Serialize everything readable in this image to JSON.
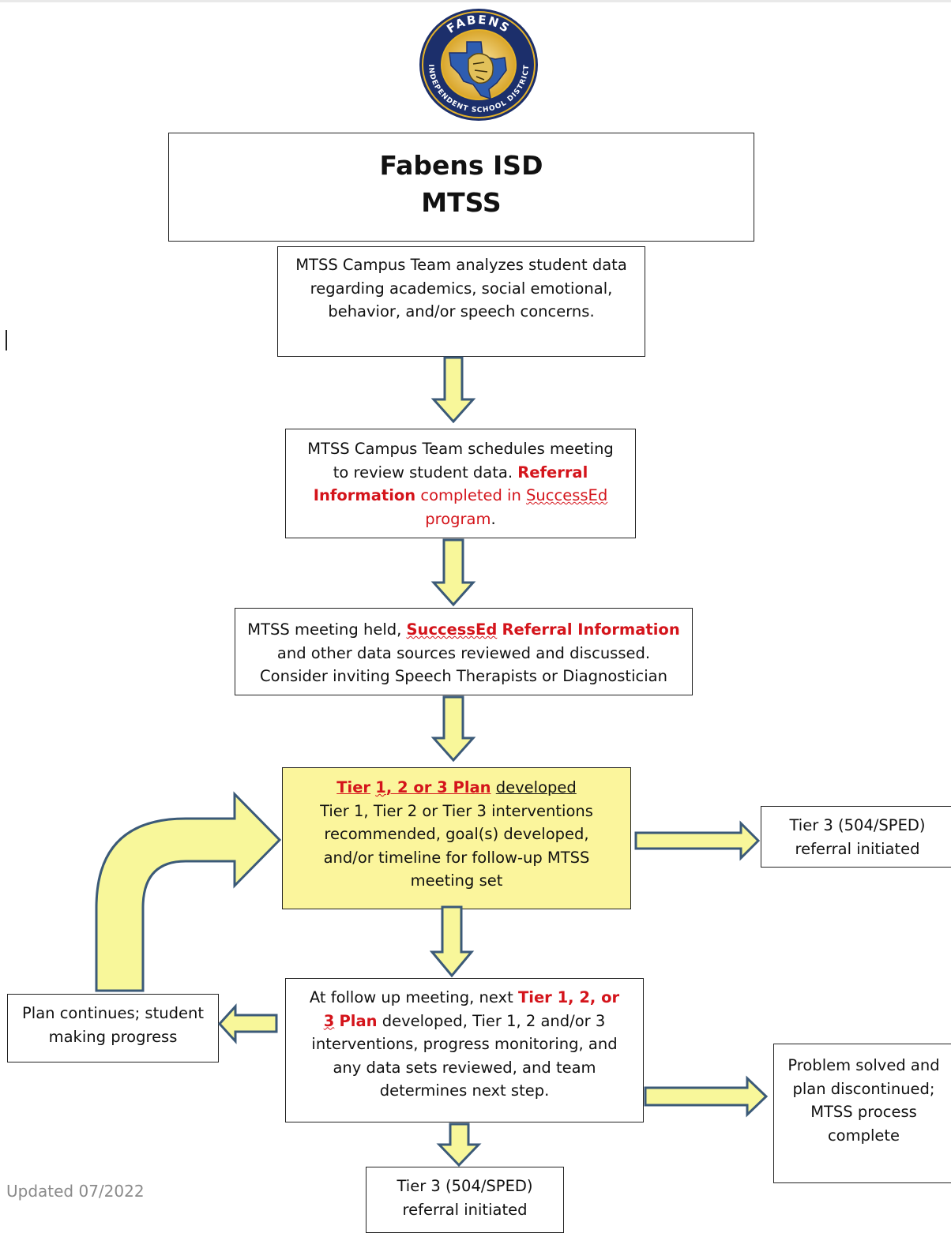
{
  "logo": {
    "arc_top": "FABENS",
    "arc_bottom": "INDEPENDENT SCHOOL DISTRICT"
  },
  "title": {
    "line1": "Fabens ISD",
    "line2": "MTSS"
  },
  "steps": {
    "analyze": "MTSS Campus Team analyzes student data regarding academics, social emotional, behavior, and/or speech concerns.",
    "schedule": {
      "text": "MTSS Campus Team schedules meeting to review student data.",
      "bold_red": "Referral Information",
      "red_prefix": "completed in",
      "red_squiggle": "SuccessEd",
      "red_suffix": "program",
      "period": "."
    },
    "meeting": {
      "prefix": "MTSS meeting held,",
      "red_squiggle": "SuccessEd",
      "bold_red": "Referral Information",
      "line2": "and other data sources reviewed and discussed.",
      "line3": "Consider inviting Speech Therapists or Diagnostician"
    },
    "plan": {
      "title_red_a": "Tier",
      "title_red_b": "1",
      "title_red_c": ", 2 or 3 Plan",
      "title_suffix": "developed",
      "body": "Tier 1, Tier 2 or Tier 3 interventions recommended, goal(s) developed, and/or timeline for follow-up MTSS meeting set"
    },
    "followup": {
      "prefix": "At follow up meeting, next",
      "bold_red_a": "Tier 1, 2, or",
      "bold_red_b": "3",
      "bold_red_c": "Plan",
      "body": "developed, Tier 1, 2 and/or 3 interventions, progress monitoring, and any data sets reviewed, and team determines next step."
    }
  },
  "outcomes": {
    "referral_right": "Tier 3 (504/SPED) referral initiated",
    "plan_continues": "Plan continues; student making progress",
    "problem_solved": "Problem solved and plan discontinued; MTSS process complete",
    "referral_bottom": "Tier 3 (504/SPED) referral initiated"
  },
  "footer": "Updated 07/2022",
  "colors": {
    "arrow_fill": "#f8f79a",
    "arrow_stroke": "#3b5a78",
    "plan_fill": "#fbf59c",
    "emphasis_red": "#d4141b",
    "logo_navy": "#1c2f6b",
    "logo_gold": "#e4b22a"
  }
}
